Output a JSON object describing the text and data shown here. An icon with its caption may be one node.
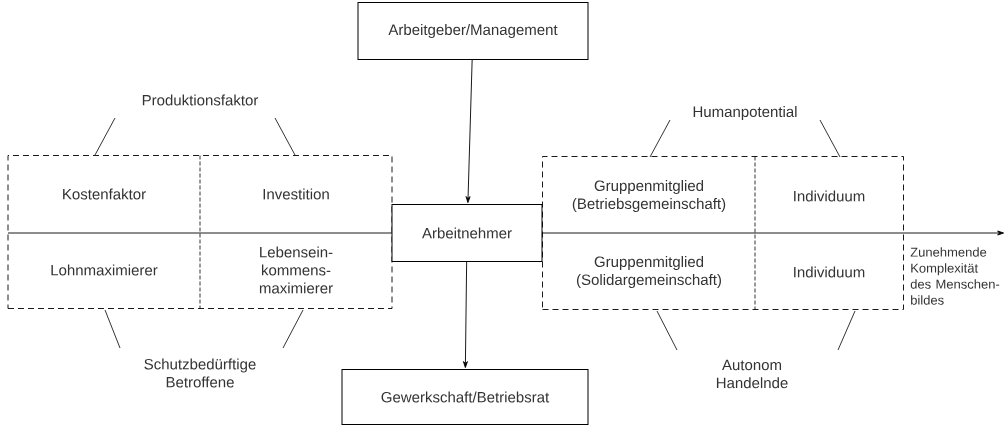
{
  "diagram": {
    "nodes": [
      {
        "text": [
          "Arbeitgeber/Management"
        ]
      },
      {
        "text": [
          "Arbeitnehmer"
        ]
      },
      {
        "text": [
          "Gewerkschaft/Betriebsrat"
        ]
      },
      {
        "text": [],
        "shape": "box"
      },
      {
        "text": [
          "Kostenfaktor"
        ],
        "in": 3
      },
      {
        "text": [
          "Investition"
        ],
        "in": 3
      },
      {
        "text": [
          "Lohnmaximierer"
        ],
        "in": 3
      },
      {
        "text": [
          "Lebensein- kommens- maximierer"
        ],
        "in": 3
      },
      {
        "text": [],
        "shape": "box"
      },
      {
        "text": [
          "Gruppenmitglied (Betriebsgemeinschaft)"
        ],
        "in": 8
      },
      {
        "text": [
          "Individuum"
        ],
        "in": 8
      },
      {
        "text": [
          "Gruppenmitglied (Solidargemeinschaft)"
        ],
        "in": 8
      },
      {
        "text": [
          "Individuum"
        ],
        "in": 8
      }
    ],
    "edges": [
      {
        "from": 0,
        "to": 1,
        "arrow": "to"
      },
      {
        "from": 1,
        "to": 2,
        "arrow": "to"
      }
    ],
    "labels": [
      "Produktionsfaktor",
      "Humanpotential",
      "Zunehmende Komplexität des Menschen- bildes",
      "Schutzbedürftige Betroffene",
      "Autonom Handelnde"
    ]
  }
}
